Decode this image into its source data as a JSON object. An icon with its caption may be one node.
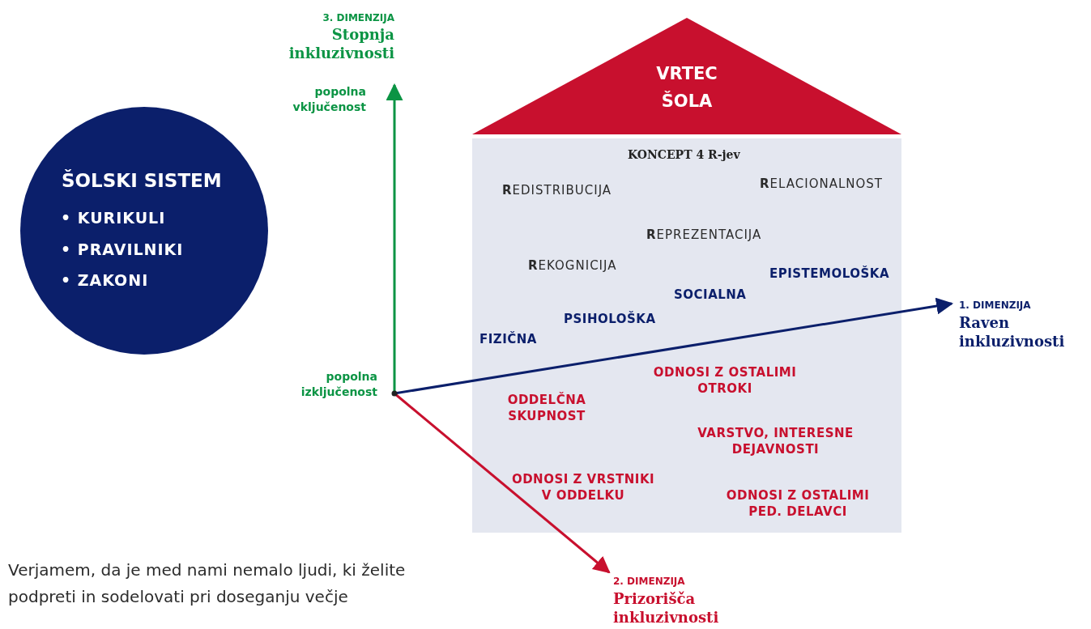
{
  "diagram": {
    "nodes": [
      {
        "text": [
          "ŠOLSKI SISTEM",
          "• KURIKULI",
          "• PRAVILNIKI",
          "• ZAKONI"
        ]
      },
      {
        "text": [
          "VRTEC ŠOLA"
        ]
      },
      {
        "text": [
          "KONCEPT 4 R-jev"
        ]
      }
    ],
    "labels": [
      "3. DIMENZIJA",
      "Stopnja inkluzivnosti",
      "popolna vključenost",
      "**R**EDISTRIBUCIJA",
      "**R**ELACIONALNOST",
      "**R**EPREZENTACIJA",
      "**R**EKOGNICIJA",
      "EPISTEMOLOŠKA",
      "SOCIALNA",
      "PSIHOLOŠKA",
      "1. DIMENZIJA",
      "Raven inkluzivnosti",
      "FIZIČNA",
      "ODNOSI Z OSTALIMI OTROKI",
      "popolna izključenost",
      "ODDELČNA SKUPNOST",
      "VARSTVO, INTERESNE DEJAVNOSTI",
      "ODNOSI Z VRSTNIKI V ODDELKU",
      "ODNOSI Z OSTALIMI PED. DELAVCI",
      "Verjamem, da je med nami nemalo ljudi, ki želite podpreti in sodelovati pri doseganju večje",
      "2. DIMENZIJA",
      "Prizorišča inkluzivnosti"
    ]
  }
}
